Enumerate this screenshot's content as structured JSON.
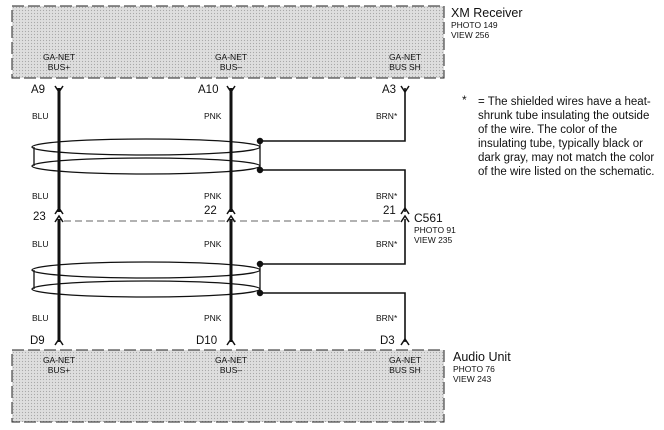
{
  "top_unit": {
    "name": "XM Receiver",
    "photo": "PHOTO 149",
    "view": "VIEW 256",
    "terminals": [
      {
        "line1": "GA-NET",
        "line2": "BUS+"
      },
      {
        "line1": "GA-NET",
        "line2": "BUS–"
      },
      {
        "line1": "GA-NET",
        "line2": "BUS SH"
      }
    ],
    "pins": [
      "A9",
      "A10",
      "A3"
    ]
  },
  "bottom_unit": {
    "name": "Audio Unit",
    "photo": "PHOTO 76",
    "view": "VIEW 243",
    "terminals": [
      {
        "line1": "GA-NET",
        "line2": "BUS+"
      },
      {
        "line1": "GA-NET",
        "line2": "BUS–"
      },
      {
        "line1": "GA-NET",
        "line2": "BUS SH"
      }
    ],
    "pins": [
      "D9",
      "D10",
      "D3"
    ]
  },
  "connector": {
    "name": "C561",
    "photo": "PHOTO 91",
    "view": "VIEW 235",
    "pins": [
      "23",
      "22",
      "21"
    ]
  },
  "wire_colors": {
    "row1": [
      "BLU",
      "PNK",
      "BRN*"
    ],
    "row2": [
      "BLU",
      "PNK",
      "BRN*"
    ],
    "row3": [
      "BLU",
      "PNK",
      "BRN*"
    ],
    "row4": [
      "BLU",
      "PNK",
      "BRN*"
    ]
  },
  "note": {
    "symbol": "*",
    "text": "= The shielded wires have a heat-shrunk tube insulating the outside of the wire.  The color of the insulating tube, typically black or dark gray, may not match the color of the wire listed on the schematic."
  }
}
